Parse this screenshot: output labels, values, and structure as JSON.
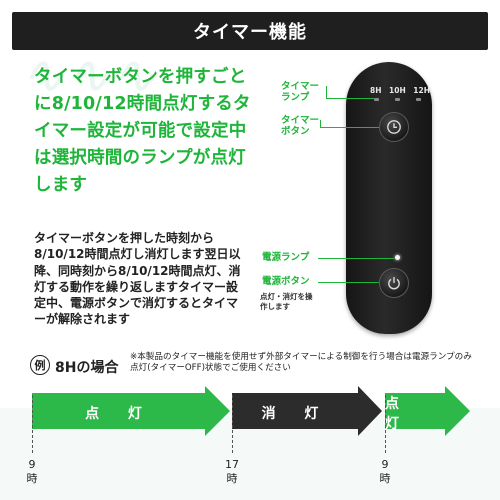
{
  "header": {
    "title": "タイマー機能"
  },
  "main": {
    "green_description": "タイマーボタンを押すごとに8/10/12時間点灯するタイマー設定が可能で設定中は選択時間のランプが点灯します",
    "body_description": "タイマーボタンを押した時刻から8/10/12時間点灯し消灯します翌日以降、同時刻から8/10/12時間点灯、消灯する動作を繰り返しますタイマー設定中、電源ボタンで消灯するとタイマーが解除されます"
  },
  "device": {
    "lamp_labels": [
      "8H",
      "10H",
      "12H"
    ],
    "callouts": {
      "timer_lamp": "タイマー\nランプ",
      "timer_button": "タイマー\nボタン",
      "power_lamp": "電源ランプ",
      "power_button": "電源ボタン",
      "power_button_sub": "点灯・消灯を操\n作します"
    }
  },
  "example": {
    "badge": "例",
    "title": "8Hの場合",
    "note": "※本製品のタイマー機能を使用せず外部タイマーによる制御を行う場合は電源ランプのみ点灯(タイマーOFF)状態でご使用ください",
    "segments": [
      {
        "label": "点 灯",
        "color": "#2db84a"
      },
      {
        "label": "消 灯",
        "color": "#2c2c2c"
      },
      {
        "label": "点 灯",
        "color": "#2db84a"
      }
    ],
    "ticks": [
      {
        "line1": "9",
        "line2": "時"
      },
      {
        "line1": "17",
        "line2": "時"
      },
      {
        "line1": "9",
        "line2": "時"
      }
    ]
  },
  "colors": {
    "accent_green": "#1eb53a",
    "header_bg": "#1f1f1f",
    "off_segment": "#2c2c2c"
  }
}
